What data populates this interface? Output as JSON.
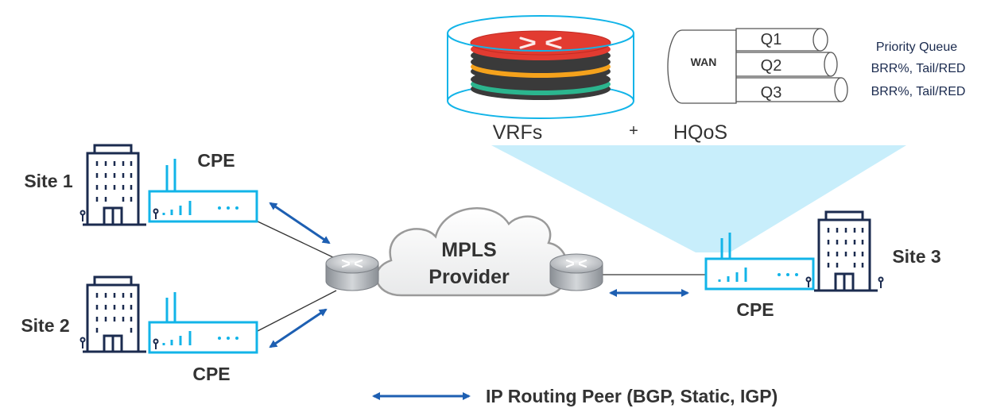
{
  "sites": {
    "site1": {
      "label": "Site 1",
      "cpe_label": "CPE"
    },
    "site2": {
      "label": "Site 2",
      "cpe_label": "CPE"
    },
    "site3": {
      "label": "Site 3",
      "cpe_label": "CPE"
    }
  },
  "cloud": {
    "line1": "MPLS",
    "line2": "Provider"
  },
  "features": {
    "vrfs_label": "VRFs",
    "plus": "+",
    "hqos_label": "HQoS",
    "wan_label": "WAN",
    "queues": [
      "Q1",
      "Q2",
      "Q3"
    ],
    "queue_policies": [
      "Priority Queue",
      "BRR%, Tail/RED",
      "BRR%, Tail/RED"
    ]
  },
  "legend": {
    "label": "IP Routing Peer (BGP, Static, IGP)"
  },
  "colors": {
    "cyan": "#12b4e8",
    "navy": "#1b2b4f",
    "arrow_blue": "#1d5fb2",
    "callout": "#c8eefb",
    "vrf_red": "#e23b31",
    "vrf_orange": "#f5a21c",
    "vrf_green": "#2bb58e"
  }
}
